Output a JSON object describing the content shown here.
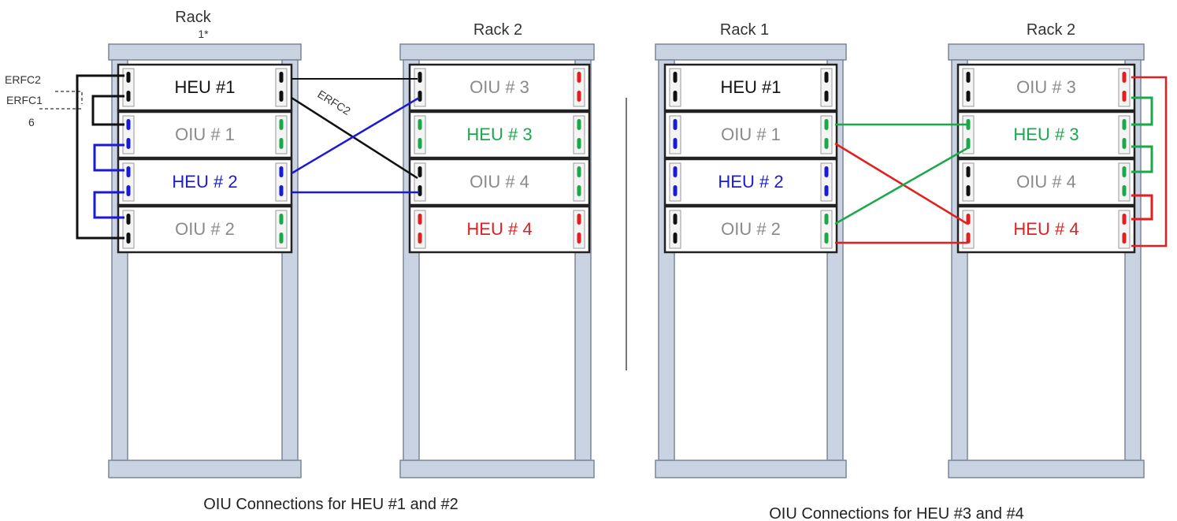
{
  "colors": {
    "black": "#111111",
    "gray": "#8a8a8a",
    "blue": "#1a1ad6",
    "green": "#1aa84a",
    "red": "#e41e1e",
    "rack_frame": "#c9d3e2"
  },
  "left": {
    "rack1_label": "Rack",
    "rack1_label2": "1*",
    "rack2_label": "Rack 2",
    "rack1_units": [
      {
        "label": "HEU #1",
        "color": "black"
      },
      {
        "label": "OIU # 1",
        "color": "gray"
      },
      {
        "label": "HEU # 2",
        "color": "blue"
      },
      {
        "label": "OIU # 2",
        "color": "gray"
      }
    ],
    "rack2_units": [
      {
        "label": "OIU # 3",
        "color": "gray"
      },
      {
        "label": "HEU # 3",
        "color": "green"
      },
      {
        "label": "OIU # 4",
        "color": "gray"
      },
      {
        "label": "HEU # 4",
        "color": "red"
      }
    ],
    "side_labels": [
      "ERFC2",
      "ERFC1",
      "6"
    ],
    "cable_label": "ERFC2",
    "caption": "OIU Connections for HEU #1 and #2"
  },
  "right": {
    "rack1_label": "Rack 1",
    "rack2_label": "Rack 2",
    "rack1_units": [
      {
        "label": "HEU #1",
        "color": "black"
      },
      {
        "label": "OIU # 1",
        "color": "gray"
      },
      {
        "label": "HEU # 2",
        "color": "blue"
      },
      {
        "label": "OIU # 2",
        "color": "gray"
      }
    ],
    "rack2_units": [
      {
        "label": "OIU # 3",
        "color": "gray"
      },
      {
        "label": "HEU # 3",
        "color": "green"
      },
      {
        "label": "OIU # 4",
        "color": "gray"
      },
      {
        "label": "HEU # 4",
        "color": "red"
      }
    ],
    "caption": "OIU Connections for HEU #3 and #4"
  }
}
